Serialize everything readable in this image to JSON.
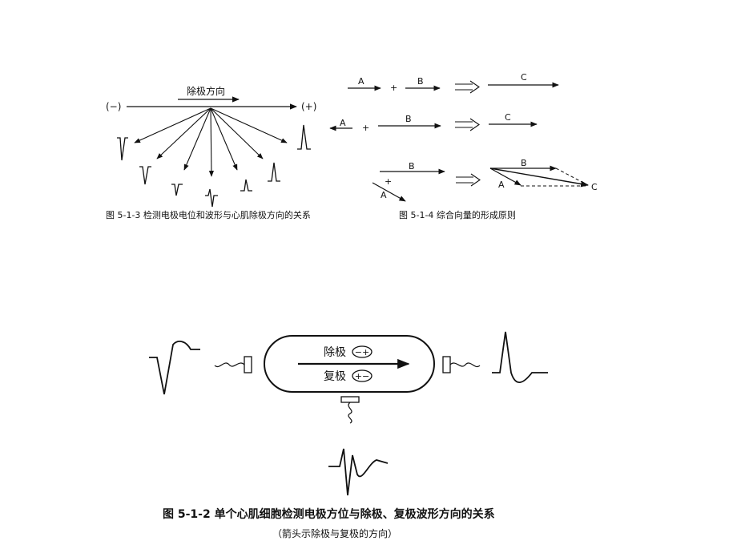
{
  "fig513": {
    "title": "除极方向",
    "neg": "(−)",
    "pos": "(+)",
    "caption": "图 5-1-3   检测电极电位和波形与心肌除极方向的关系"
  },
  "fig514": {
    "row1": {
      "a": "A",
      "plus": "+",
      "b": "B",
      "c": "C"
    },
    "row2": {
      "a": "A",
      "plus": "+",
      "b": "B",
      "c": "C"
    },
    "row3": {
      "a": "A",
      "plus": "+",
      "b": "B",
      "tri_a": "A",
      "tri_b": "B",
      "tri_c": "C"
    },
    "caption": "图 5-1-4   综合向量的形成原则"
  },
  "fig512": {
    "depol": "除极",
    "depol_sign": "−+",
    "repol": "复极",
    "repol_sign": "+−",
    "caption": "图 5-1-2   单个心肌细胞检测电极方位与除极、复极波形方向的关系",
    "subcaption": "（箭头示除极与复极的方向）"
  }
}
